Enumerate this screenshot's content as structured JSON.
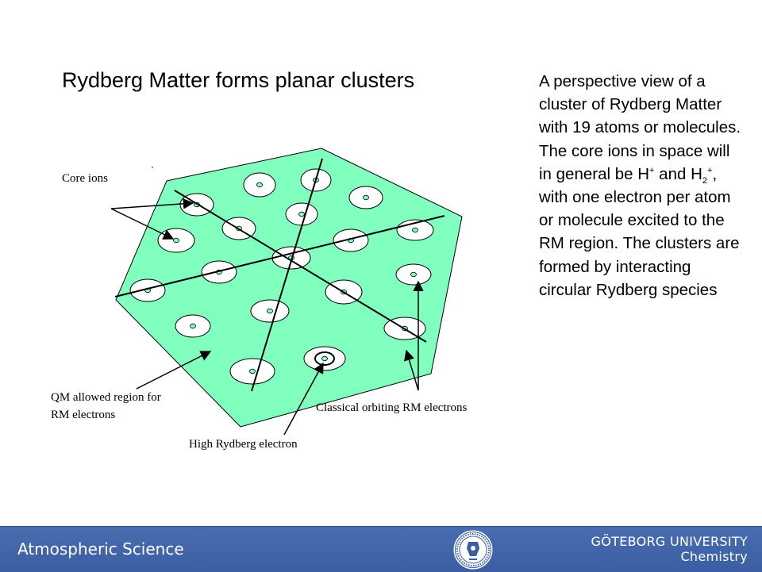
{
  "slide": {
    "title": "Rydberg Matter forms planar clusters",
    "description": {
      "p1": "A perspective view of a cluster of Rydberg Matter with 19 atoms or molecules. The core ions in space will in general be H",
      "sup1": "+",
      "p2": " and H",
      "sub2": "2",
      "sup2": "+",
      "p3": ", with one electron per atom or molecule excited to the RM region. The clusters are formed by interacting circular Rydberg species"
    }
  },
  "diagram": {
    "labels": {
      "core_ions": "Core ions",
      "qm_line1": "QM allowed region for",
      "qm_line2": "RM electrons",
      "classical": "Classical orbiting RM electrons",
      "high_rydberg": "High Rydberg electron"
    },
    "colors": {
      "cluster_fill": "#80ffbf",
      "ion_fill": "#80ffbf"
    }
  },
  "footer": {
    "left": "Atmospheric Science",
    "right_line1": "GÖTEBORG UNIVERSITY",
    "right_line2": "Chemistry",
    "seal_icon": "university-seal-icon"
  }
}
